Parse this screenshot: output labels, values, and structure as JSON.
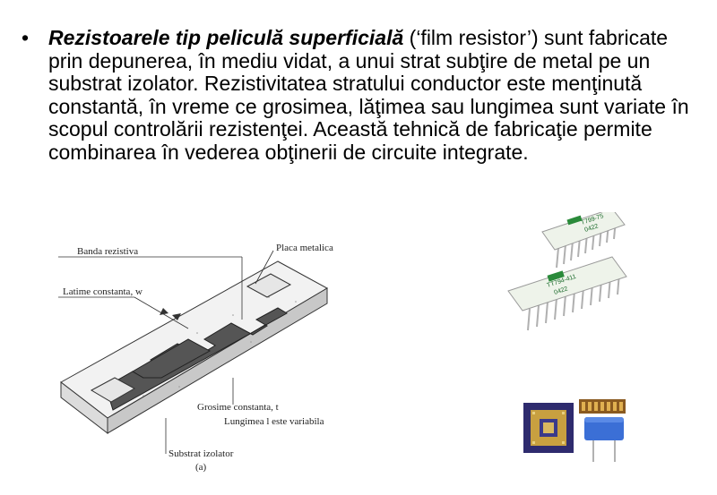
{
  "slide": {
    "bullet": "•",
    "lead": "Rezistoarele tip peliculă superficială",
    "body": " (‘film resistor’) sunt fabricate prin depunerea, în mediu vidat, a unui strat subţire de metal pe un substrat izolator. Rezistivitatea stratului conductor este menţinută constantă, în vreme ce grosimea, lăţimea sau lungimea sunt variate în scopul controlării rezistenţei. Această tehnică de fabricaţie permite combinarea în vederea obţinerii de circuite integrate."
  },
  "diagram": {
    "labels": {
      "band": "Banda rezistiva",
      "plate": "Placa metalica",
      "width": "Latime constanta, w",
      "thickness": "Grosime constanta, t",
      "length": "Lungimea l este variabila",
      "substrate": "Substrat izolator",
      "caption": "(a)"
    }
  },
  "photos": {
    "chip1": {
      "line1": "T799-75",
      "line2": "0422"
    },
    "chip2": {
      "line1": "TT794-411",
      "line2": "0422"
    }
  }
}
